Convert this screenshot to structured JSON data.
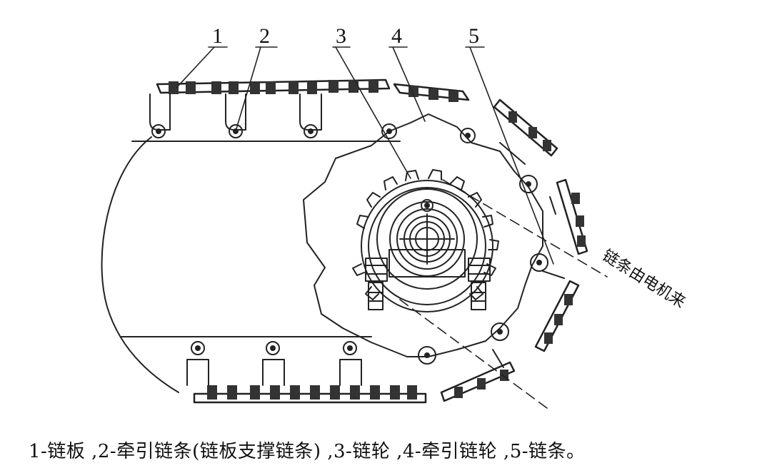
{
  "callouts": [
    "1",
    "2",
    "3",
    "4",
    "5"
  ],
  "drive_label": "链条由电机来",
  "caption": "1-链板 ,2-牵引链条(链板支撑链条) ,3-链轮 ,4-牵引链轮 ,5-链条。"
}
